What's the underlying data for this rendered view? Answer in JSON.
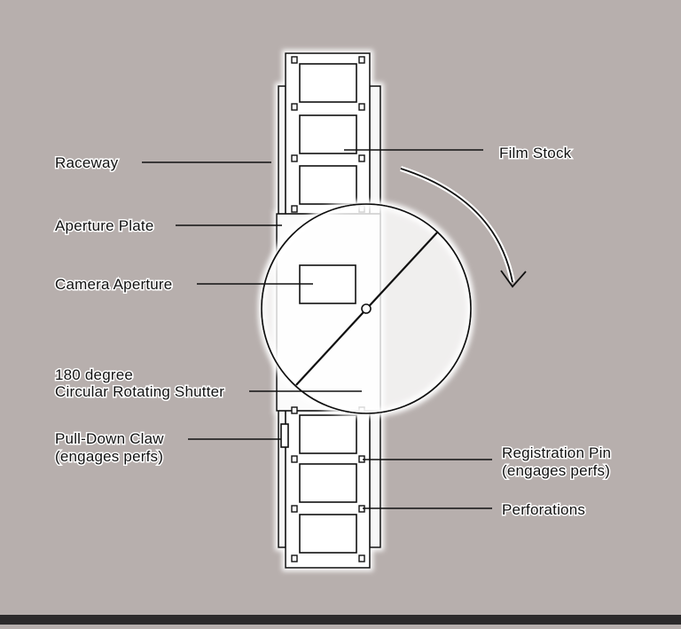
{
  "diagram": {
    "labels": {
      "raceway": "Raceway",
      "film_stock": "Film Stock",
      "aperture_plate": "Aperture Plate",
      "camera_aperture": "Camera Aperture",
      "shutter_line1": "180 degree",
      "shutter_line2": "Circular Rotating Shutter",
      "pull_down_line1": "Pull-Down Claw",
      "pull_down_line2": "(engages perfs)",
      "registration_line1": "Registration Pin",
      "registration_line2": "(engages perfs)",
      "perforations": "Perforations"
    },
    "colors": {
      "background": "#b7afad",
      "component_fill": "#ffffff",
      "glow": "#ffffff",
      "line": "#111111",
      "bottom_bar": "#2c2a2b"
    },
    "shutter_rotation": "clockwise"
  }
}
